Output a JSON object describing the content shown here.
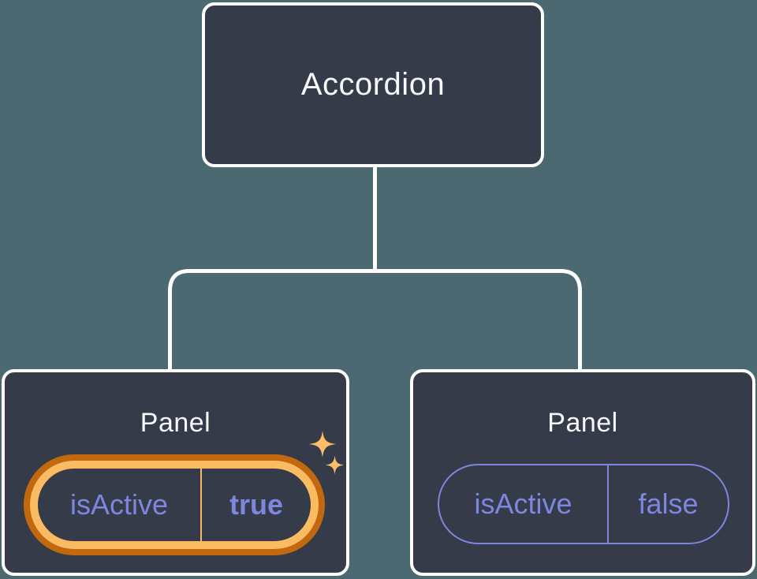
{
  "diagram": {
    "root": {
      "label": "Accordion"
    },
    "panels": [
      {
        "title": "Panel",
        "state": {
          "key": "isActive",
          "value": "true"
        },
        "highlighted": true,
        "badge_icon": "sparkles-icon"
      },
      {
        "title": "Panel",
        "state": {
          "key": "isActive",
          "value": "false"
        },
        "highlighted": false
      }
    ]
  },
  "colors": {
    "background": "#4C6870",
    "node_fill": "#353B48",
    "node_border": "#FFFFFF",
    "connector": "#FFFFFF",
    "state_purple": "#7E86DF",
    "highlight_ring_outer": "#C2690F",
    "highlight_ring_inner": "#FABB62",
    "highlight_divider": "#F8B764",
    "sparkle": "#FBBD69",
    "title_text": "#F7F8FA"
  }
}
